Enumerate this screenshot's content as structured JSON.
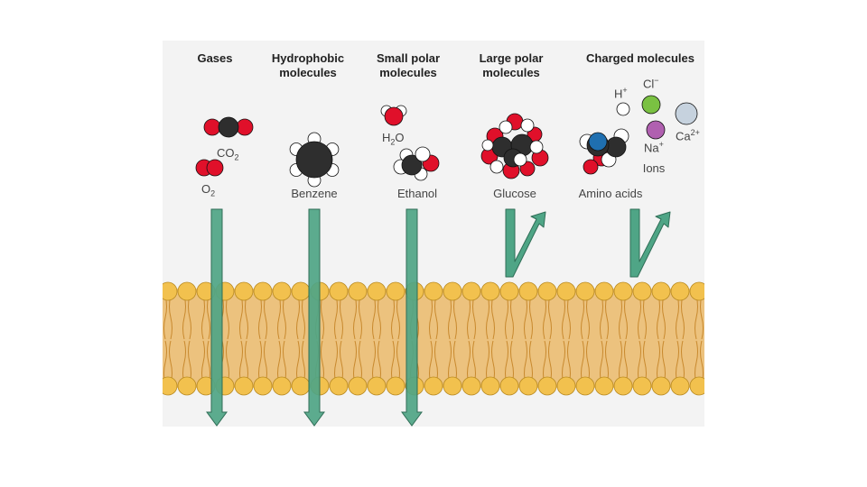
{
  "categories": [
    {
      "id": "gases",
      "title": "Gases",
      "permeable": true
    },
    {
      "id": "hydrophobic",
      "title": "Hydrophobic molecules",
      "permeable": true
    },
    {
      "id": "small-polar",
      "title": "Small polar molecules",
      "permeable": true
    },
    {
      "id": "large-polar",
      "title": "Large polar molecules",
      "permeable": false
    },
    {
      "id": "charged",
      "title": "Charged molecules",
      "permeable": false
    }
  ],
  "molecules": {
    "co2": {
      "base": "CO",
      "sub": "2"
    },
    "o2": {
      "base": "O",
      "sub": "2"
    },
    "benzene": "Benzene",
    "h2o": {
      "base": "H",
      "sub": "2",
      "tail": "O"
    },
    "ethanol": "Ethanol",
    "glucose": "Glucose",
    "amino_acids": "Amino acids",
    "ions": "Ions"
  },
  "ions": {
    "h": {
      "base": "H",
      "charge": "+"
    },
    "cl": {
      "base": "Cl",
      "charge": "−"
    },
    "na": {
      "base": "Na",
      "charge": "+"
    },
    "ca": {
      "base": "Ca",
      "charge": "2+"
    }
  },
  "colors": {
    "arrow": "#4fa586",
    "arrow_stroke": "#2f6e57",
    "membrane": "#ecc27e",
    "head": "#f2c14e",
    "head_stroke": "#b98a22",
    "tail": "#c8892e",
    "oxygen": "#e0102a",
    "carbon": "#2e2e2e",
    "hydrogen": "#ffffff",
    "nitrogen": "#1f6fb0",
    "chloride": "#7ac142",
    "sodium": "#b060b0",
    "calcium": "#c6d2de"
  }
}
